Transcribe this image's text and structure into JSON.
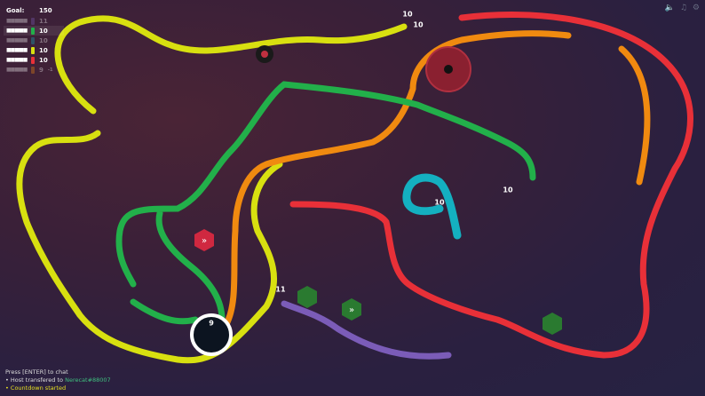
{
  "scoreboard": {
    "goal_label": "Goal:",
    "goal_value": "150",
    "players": [
      {
        "color": "#7b5cb8",
        "score": "11",
        "dim": true,
        "delta": ""
      },
      {
        "color": "#22b04a",
        "score": "10",
        "dim": false,
        "delta": ""
      },
      {
        "color": "#14b0c0",
        "score": "10",
        "dim": true,
        "delta": ""
      },
      {
        "color": "#d8e010",
        "score": "10",
        "dim": false,
        "delta": ""
      },
      {
        "color": "#e83038",
        "score": "10",
        "dim": false,
        "delta": ""
      },
      {
        "color": "#f08a10",
        "score": "9",
        "dim": true,
        "delta": "-1"
      }
    ]
  },
  "chat": {
    "prompt": "Press [ENTER] to chat",
    "host_msg": "• Host transfered to ",
    "host_name": "Nerecat#88007",
    "countdown": "• Countdown started"
  },
  "top_icons": [
    "speaker-icon",
    "music-icon",
    "gear-icon"
  ],
  "player_labels": [
    "10",
    "10",
    "10",
    "10",
    "11"
  ],
  "spawn_circle": {
    "countdown": "9"
  }
}
